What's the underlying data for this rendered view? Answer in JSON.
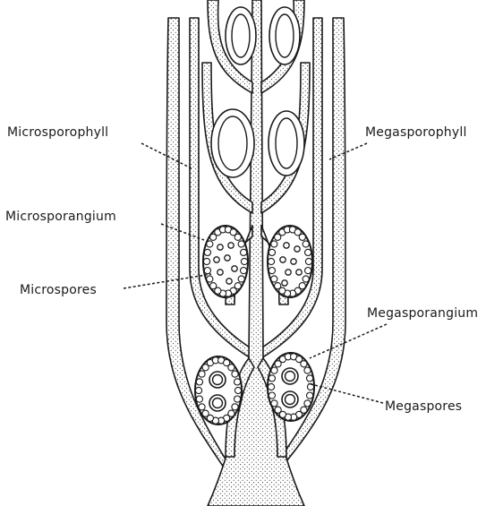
{
  "diagram": {
    "labels": {
      "microsporophyll": "Microsporophyll",
      "megasporophyll": "Megasporophyll",
      "microsporangium": "Microsporangium",
      "microspores": "Microspores",
      "megasporangium": "Megasporangium",
      "megaspores": "Megaspores"
    },
    "colors": {
      "ink": "#1a1a1a",
      "background": "#ffffff"
    }
  }
}
